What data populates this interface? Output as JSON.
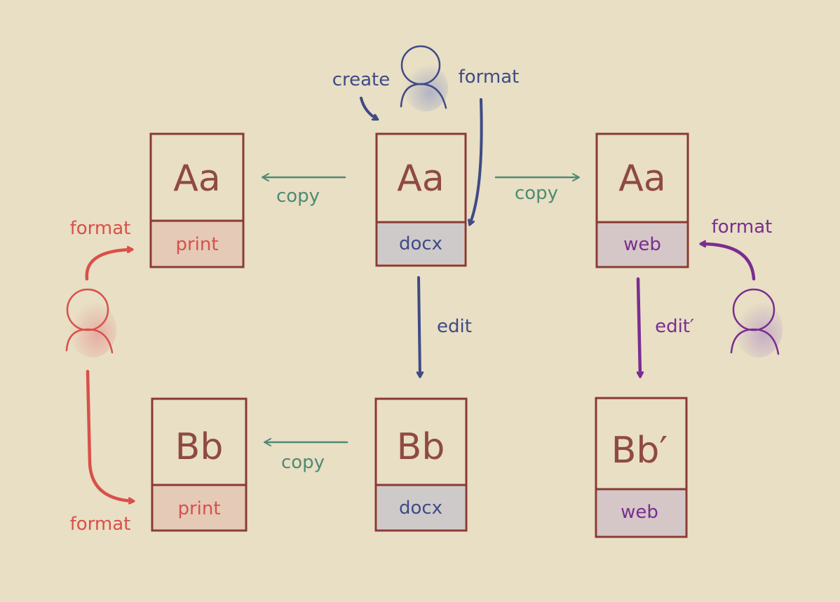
{
  "colors": {
    "background": "#e8dfc4",
    "doc_border": "#8a3a36",
    "doc_text": "#8f4a42",
    "tag_fill_print": "#e2c4b4",
    "tag_fill_docx": "#c8c4cc",
    "tag_fill_web": "#d0c0c8",
    "print": "#d9504a",
    "docx": "#3f4a86",
    "web": "#7a2d90",
    "copy": "#4e8a72"
  },
  "documents": [
    {
      "id": "print-a",
      "text": "Aa",
      "tag": "print"
    },
    {
      "id": "docx-a",
      "text": "Aa",
      "tag": "docx"
    },
    {
      "id": "web-a",
      "text": "Aa",
      "tag": "web"
    },
    {
      "id": "print-b",
      "text": "Bb",
      "tag": "print"
    },
    {
      "id": "docx-b",
      "text": "Bb",
      "tag": "docx"
    },
    {
      "id": "web-b",
      "text": "Bb′",
      "tag": "web"
    }
  ],
  "labels": {
    "create": "create",
    "format_top": "format",
    "copy_top_left": "copy",
    "copy_top_right": "copy",
    "copy_bottom": "copy",
    "edit": "edit",
    "edit_prime": "edit′",
    "format_left_top": "format",
    "format_left_bottom": "format",
    "format_right": "format"
  }
}
